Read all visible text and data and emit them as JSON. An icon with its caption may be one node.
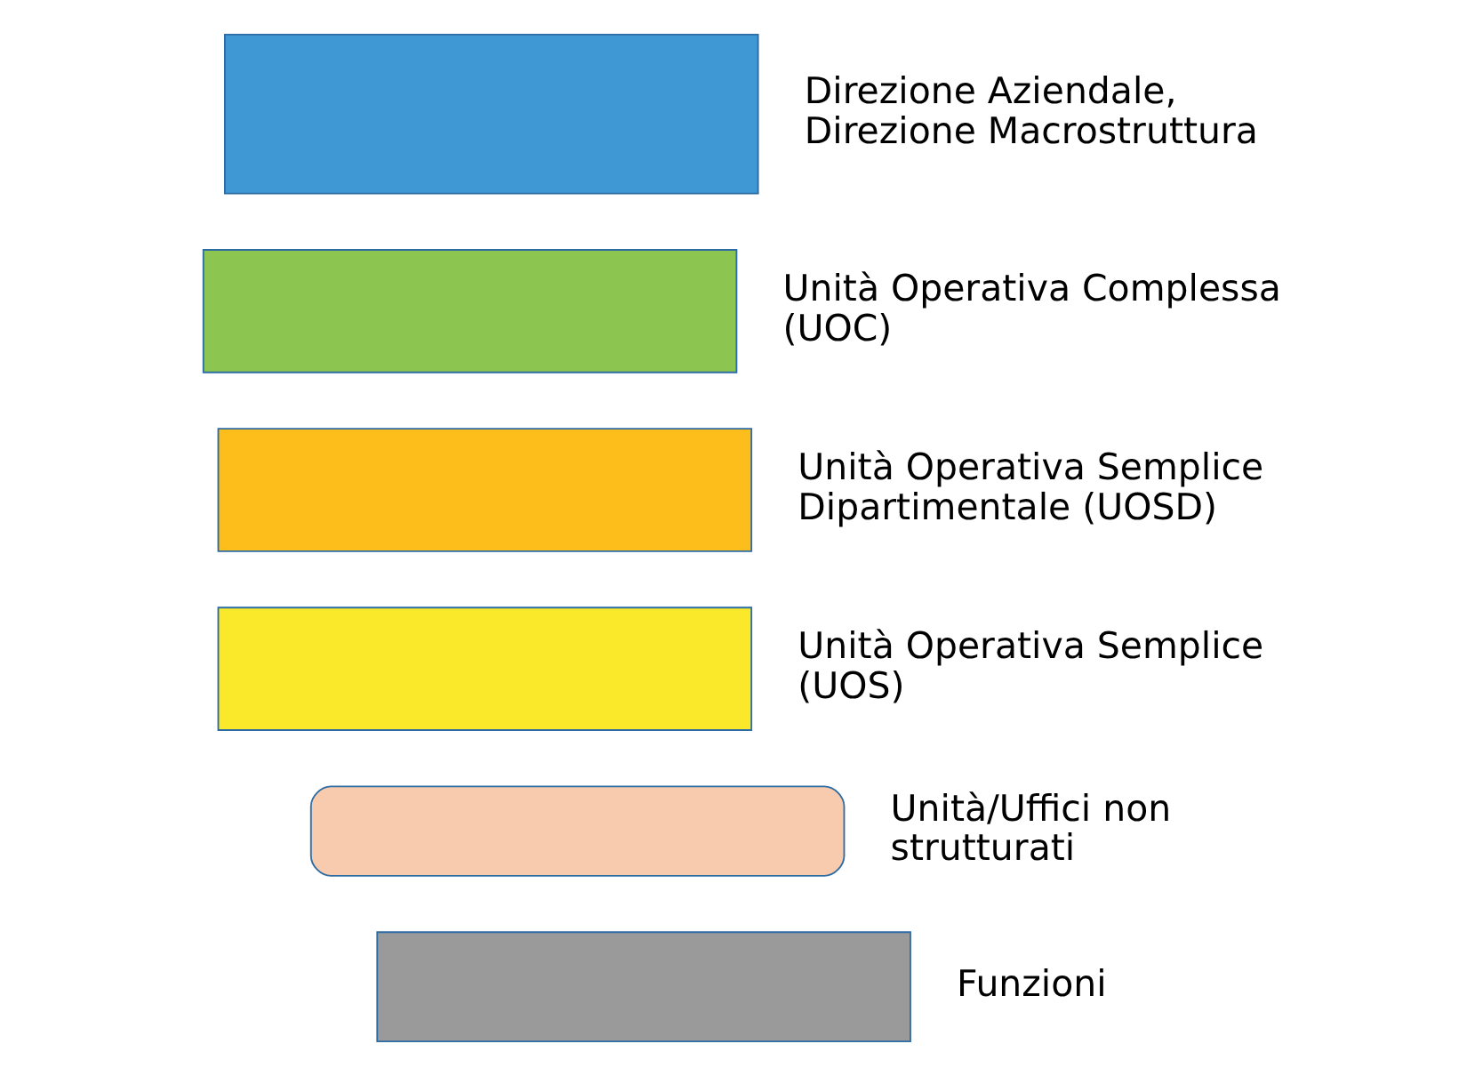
{
  "diagram": {
    "legend": [
      {
        "text": "Direzione Aziendale, Direzione Macrostruttura",
        "color": "#3f97d3"
      },
      {
        "text": "Unità Operativa Complessa (UOC)",
        "color": "#8cc550"
      },
      {
        "text": "Unità Operativa Semplice Dipartimentale (UOSD)",
        "color": "#fdbd1a"
      },
      {
        "text": "Unità Operativa Semplice (UOS)",
        "color": "#f9e92a"
      },
      {
        "text": "Unità/Uffici non strutturati",
        "color": "#f9cbae"
      },
      {
        "text": "Funzioni",
        "color": "#9a9a9a"
      }
    ]
  }
}
